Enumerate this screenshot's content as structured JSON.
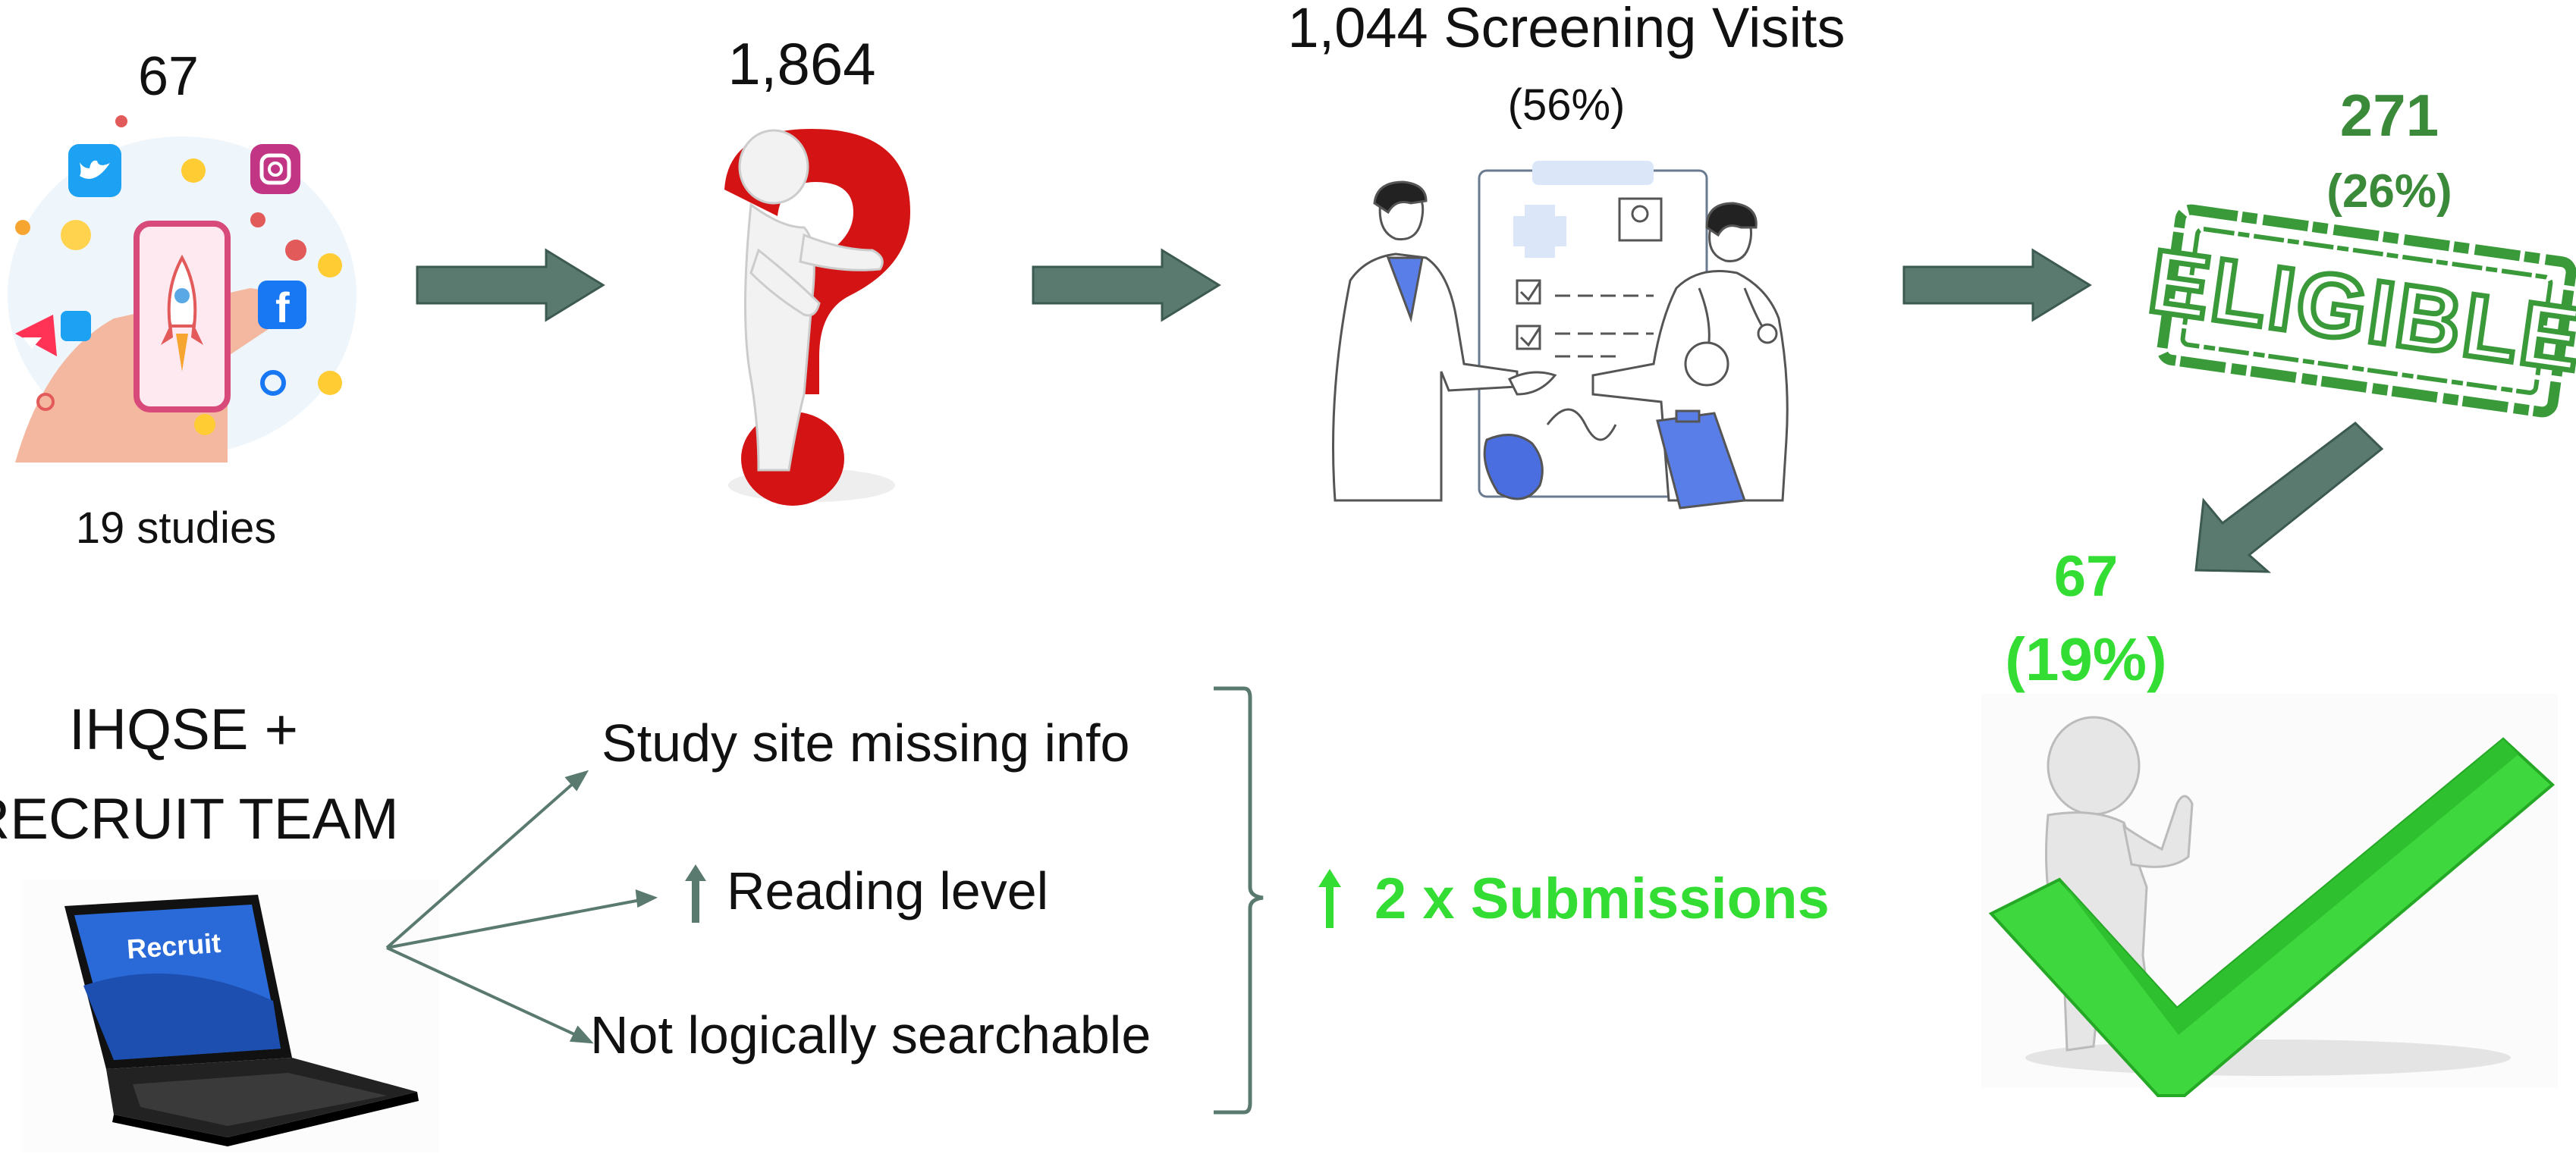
{
  "step1": {
    "count": "67",
    "caption": "19 studies"
  },
  "step2": {
    "count": "1,864"
  },
  "step3": {
    "title": "1,044 Screening Visits",
    "percent": "(56%)"
  },
  "step4": {
    "count": "271",
    "percent": "(26%)",
    "stamp_text": "ELIGIBLE"
  },
  "step5": {
    "count": "67",
    "percent": "(19%)"
  },
  "team": {
    "line1": "IHQSE +",
    "line2": "RECRUIT TEAM",
    "laptop_label": "Recruit"
  },
  "issues": [
    {
      "label": "Study site missing info"
    },
    {
      "label": "Reading level"
    },
    {
      "label": "Not logically searchable"
    }
  ],
  "result": {
    "label": "2 x Submissions"
  },
  "colors": {
    "arrow": "#5a7a70",
    "green_dark": "#3a8a3a",
    "green_bright": "#33dd33",
    "red": "#cc1111"
  },
  "icons": [
    "social-media-phone-icon",
    "question-mark-person-icon",
    "doctor-handshake-icon",
    "eligible-stamp-icon",
    "checkmark-person-icon",
    "laptop-icon",
    "up-arrow-icon",
    "brace-icon"
  ]
}
